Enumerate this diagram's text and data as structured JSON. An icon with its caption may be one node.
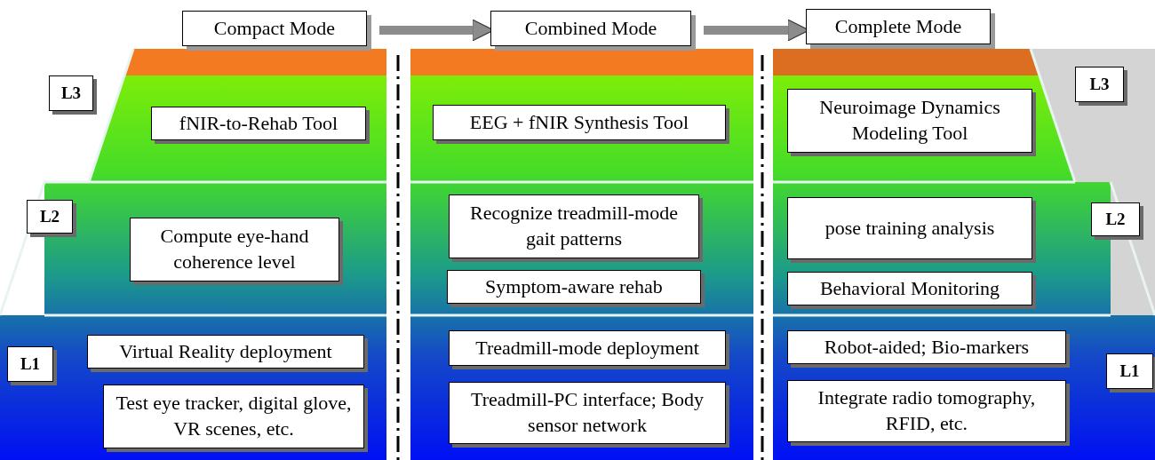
{
  "diagram": {
    "nodes": [
      {
        "text": [
          "Compact Mode"
        ]
      },
      {
        "text": [
          "Combined Mode"
        ]
      },
      {
        "text": [
          "Complete Mode"
        ]
      },
      {
        "text": [
          "L3"
        ]
      },
      {
        "text": [
          "fNIR-to-Rehab Tool"
        ]
      },
      {
        "text": [
          "EEG + fNIR Synthesis Tool"
        ]
      },
      {
        "text": [
          "Neuroimage Dynamics Modeling Tool"
        ]
      },
      {
        "text": [
          "L3"
        ]
      },
      {
        "text": [
          "L2"
        ]
      },
      {
        "text": [
          "Compute eye-hand coherence level"
        ]
      },
      {
        "text": [
          "Recognize treadmill-mode gait patterns"
        ]
      },
      {
        "text": [
          "pose training analysis"
        ]
      },
      {
        "text": [
          "L2"
        ]
      },
      {
        "text": [
          "Symptom-aware rehab"
        ]
      },
      {
        "text": [
          "Behavioral Monitoring"
        ]
      },
      {
        "text": [
          "L1"
        ]
      },
      {
        "text": [
          "Virtual Reality deployment"
        ]
      },
      {
        "text": [
          "Treadmill-mode deployment"
        ]
      },
      {
        "text": [
          "Robot-aided; Bio-markers"
        ]
      },
      {
        "text": [
          "L1"
        ]
      },
      {
        "text": [
          "Test eye tracker, digital glove, VR scenes, etc."
        ]
      },
      {
        "text": [
          "Treadmill-PC interface; Body sensor network"
        ]
      },
      {
        "text": [
          "Integrate radio tomography, RFID, etc."
        ]
      }
    ],
    "edges": [
      {
        "from": 0,
        "to": 1,
        "arrow": "to"
      },
      {
        "from": 1,
        "to": 2,
        "arrow": "to"
      }
    ]
  }
}
